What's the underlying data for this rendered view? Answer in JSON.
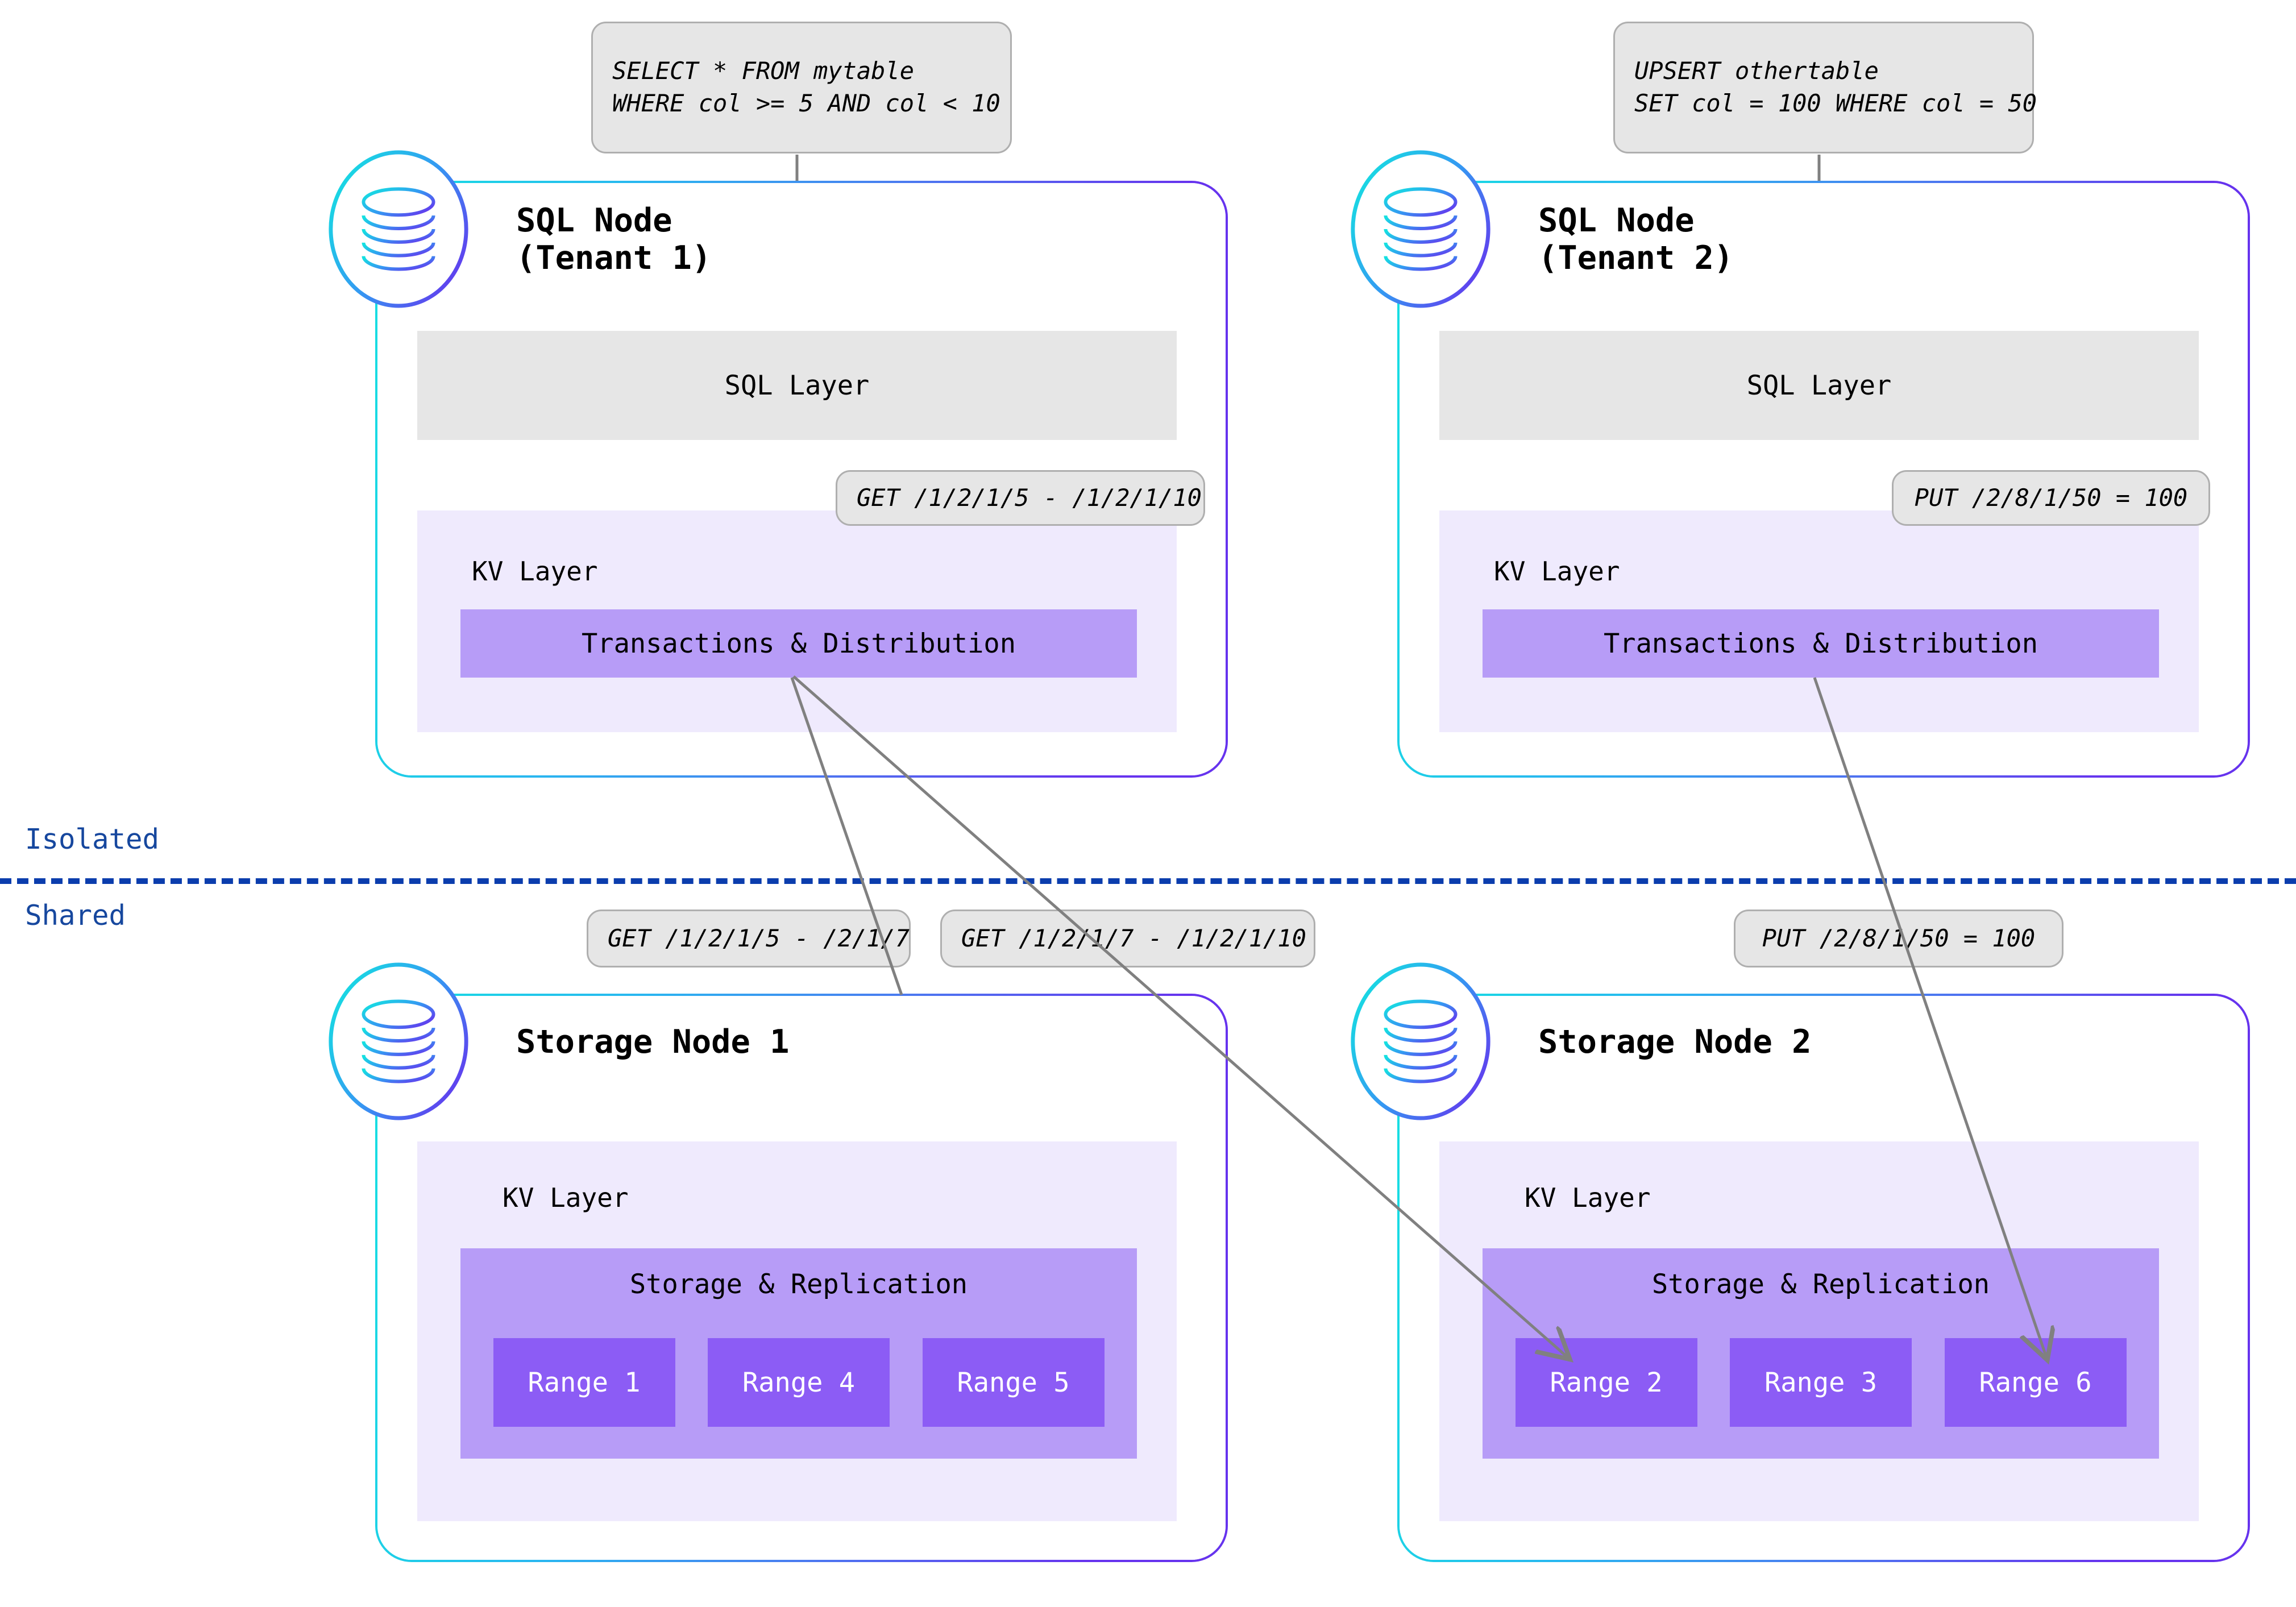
{
  "diagram": {
    "title": "Multi-tenant SQL and Storage node architecture",
    "colors": {
      "accent_cyan": "#15E1E1",
      "accent_purple": "#6633EE",
      "kv_layer_bg": "#EFEAFD",
      "sql_layer_bg": "#E6E6E6",
      "txn_block": "#B79CF7",
      "range_chip": "#8C5CF5",
      "divider_blue": "#0B3DAD",
      "connector_gray": "#808080"
    }
  },
  "divider": {
    "top_label": "Isolated",
    "bottom_label": "Shared"
  },
  "queries": [
    {
      "id": "tenant1-query",
      "lines": [
        "SELECT * FROM mytable",
        "WHERE col >= 5 AND col < 10"
      ]
    },
    {
      "id": "tenant2-query",
      "lines": [
        "UPSERT othertable",
        "SET col = 100 WHERE col = 50"
      ]
    }
  ],
  "sql_nodes": [
    {
      "id": "sql-node-tenant-1",
      "title_lines": [
        "SQL Node",
        "(Tenant 1)"
      ],
      "sql_layer_label": "SQL Layer",
      "kv_layer_label": "KV Layer",
      "txn_label": "Transactions & Distribution",
      "kv_op": "GET /1/2/1/5 - /1/2/1/10"
    },
    {
      "id": "sql-node-tenant-2",
      "title_lines": [
        "SQL Node",
        "(Tenant 2)"
      ],
      "sql_layer_label": "SQL Layer",
      "kv_layer_label": "KV Layer",
      "txn_label": "Transactions & Distribution",
      "kv_op": "PUT /2/8/1/50 = 100"
    }
  ],
  "storage_nodes": [
    {
      "id": "storage-node-1",
      "title": "Storage Node 1",
      "kv_layer_label": "KV Layer",
      "storage_label": "Storage & Replication",
      "ranges": [
        "Range 1",
        "Range 4",
        "Range 5"
      ]
    },
    {
      "id": "storage-node-2",
      "title": "Storage Node 2",
      "kv_layer_label": "KV Layer",
      "storage_label": "Storage & Replication",
      "ranges": [
        "Range 2",
        "Range 3",
        "Range 6"
      ]
    }
  ],
  "dispatch_ops": [
    {
      "id": "op-left-1",
      "label": "GET /1/2/1/5 - /2/1/7"
    },
    {
      "id": "op-left-2",
      "label": "GET /1/2/1/7 - /1/2/1/10"
    },
    {
      "id": "op-right-1",
      "label": "PUT /2/8/1/50 = 100"
    }
  ],
  "icons": {
    "database": "database-cylinder-icon"
  }
}
